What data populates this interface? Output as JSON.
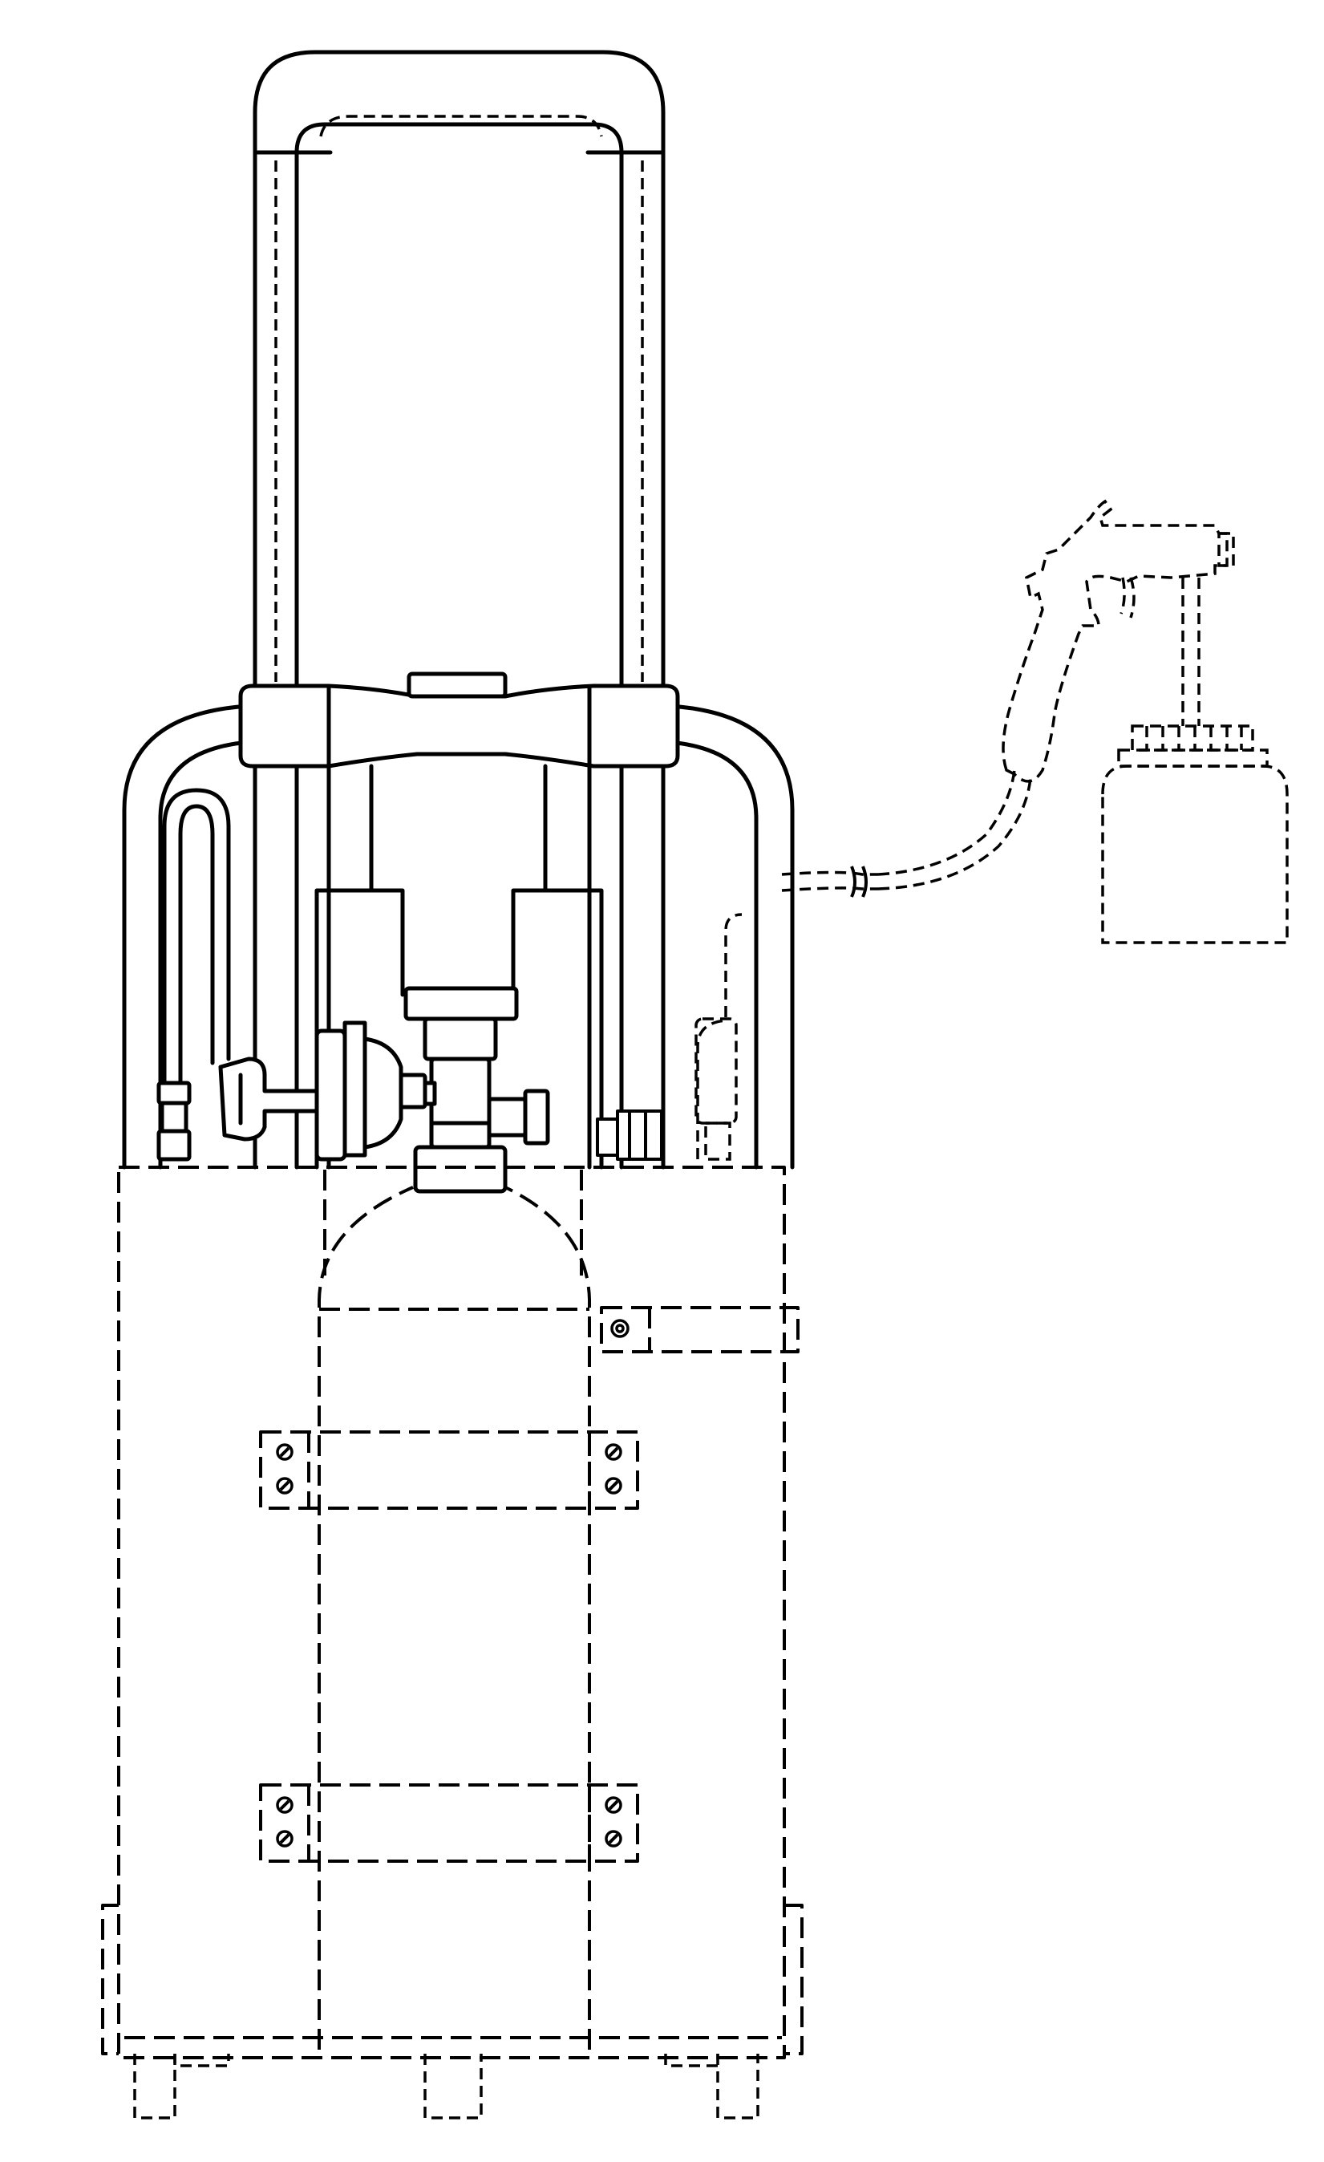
{
  "figure": {
    "type": "patent-style line drawing",
    "view": "front elevation",
    "line_styles": [
      "solid",
      "dashed"
    ],
    "colors": {
      "line": "#000000",
      "background": "#ffffff"
    }
  },
  "parts": [
    "telescoping-handle",
    "handle-guide-collar",
    "side-frame-bars",
    "gas-cylinder",
    "cylinder-valve",
    "pressure-regulator",
    "hose-fittings",
    "spray-gun",
    "fluid-container",
    "housing-box",
    "mounting-straps",
    "wheels"
  ]
}
